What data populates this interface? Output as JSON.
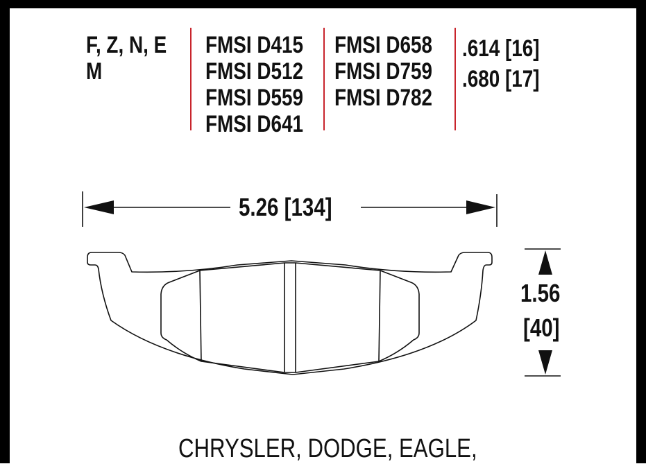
{
  "compounds": [
    "F, Z, N, E",
    "M"
  ],
  "fmsi_col1": [
    "FMSI D415",
    "FMSI D512",
    "FMSI D559",
    "FMSI D641"
  ],
  "fmsi_col2": [
    "FMSI D658",
    "FMSI D759",
    "FMSI D782"
  ],
  "thickness": [
    ".614 [16]",
    ".680 [17]"
  ],
  "width_label": "5.26 [134]",
  "height_label_in": "1.56",
  "height_label_mm": "[40]",
  "footer_text": "CHRYSLER, DODGE, EAGLE,",
  "colors": {
    "divider": "#c8242c",
    "line": "#111111"
  }
}
